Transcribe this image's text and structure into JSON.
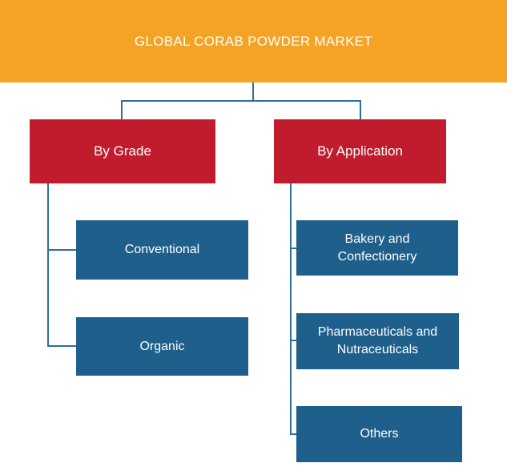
{
  "root": {
    "label": "GLOBAL CORAB POWDER MARKET"
  },
  "branches": [
    {
      "label": "By Grade",
      "items": [
        "Conventional",
        "Organic"
      ]
    },
    {
      "label": "By Application",
      "items": [
        "Bakery and\nConfectionery",
        "Pharmaceuticals and\nNutraceuticals",
        "Others"
      ]
    }
  ],
  "colors": {
    "root": "#f4a324",
    "category": "#c01c2e",
    "leaf": "#1f5f8b",
    "connector": "#2f6ea0"
  }
}
